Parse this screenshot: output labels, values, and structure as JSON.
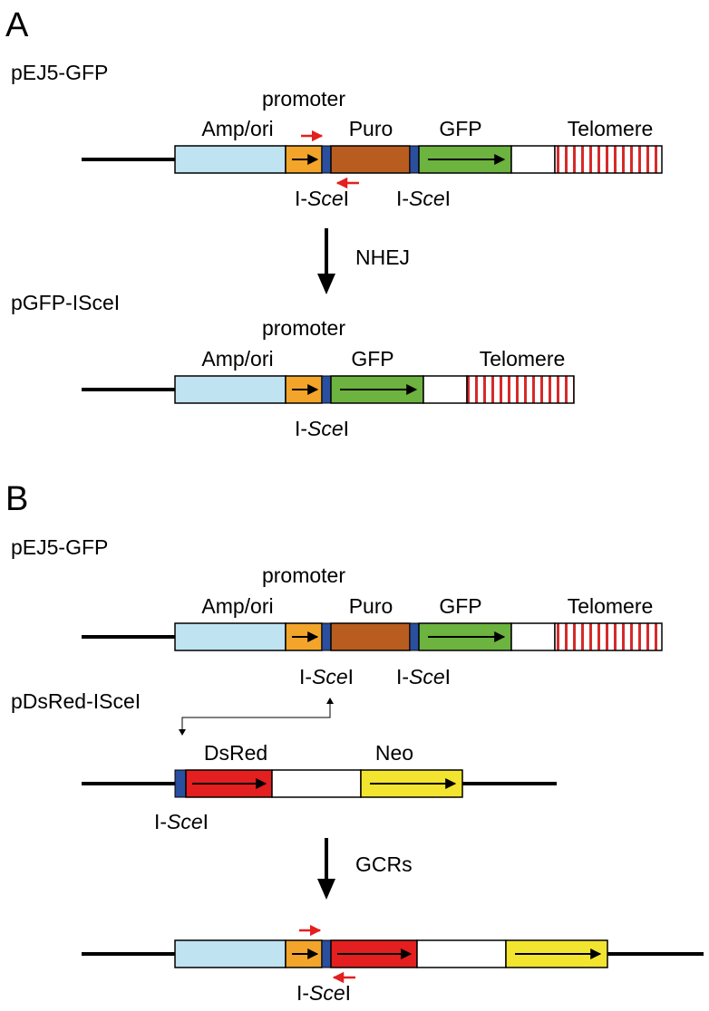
{
  "panels": {
    "a": "A",
    "b": "B"
  },
  "constructs": {
    "a_top": "pEJ5-GFP",
    "a_bottom": "pGFP-ISceI",
    "b_top": "pEJ5-GFP",
    "b_insert": "pDsRed-ISceI"
  },
  "labels": {
    "promoter": "promoter",
    "amp_ori": "Amp/ori",
    "puro": "Puro",
    "gfp": "GFP",
    "telomere": "Telomere",
    "dsred": "DsRed",
    "neo": "Neo",
    "isce_prefix": "I-",
    "isce_italic": "Sce",
    "isce_suffix": "I"
  },
  "steps": {
    "nhej": "NHEJ",
    "gcrs": "GCRs"
  },
  "colors": {
    "amp_ori": "#bfe3f1",
    "promoter": "#f2a52a",
    "isce_site": "#2a4f9e",
    "puro": "#b85d1f",
    "gfp": "#6cb33f",
    "telomere_stripe": "#d62a2a",
    "dsred": "#e41f1f",
    "neo": "#f3e42f",
    "primer": "#e41f1f"
  }
}
